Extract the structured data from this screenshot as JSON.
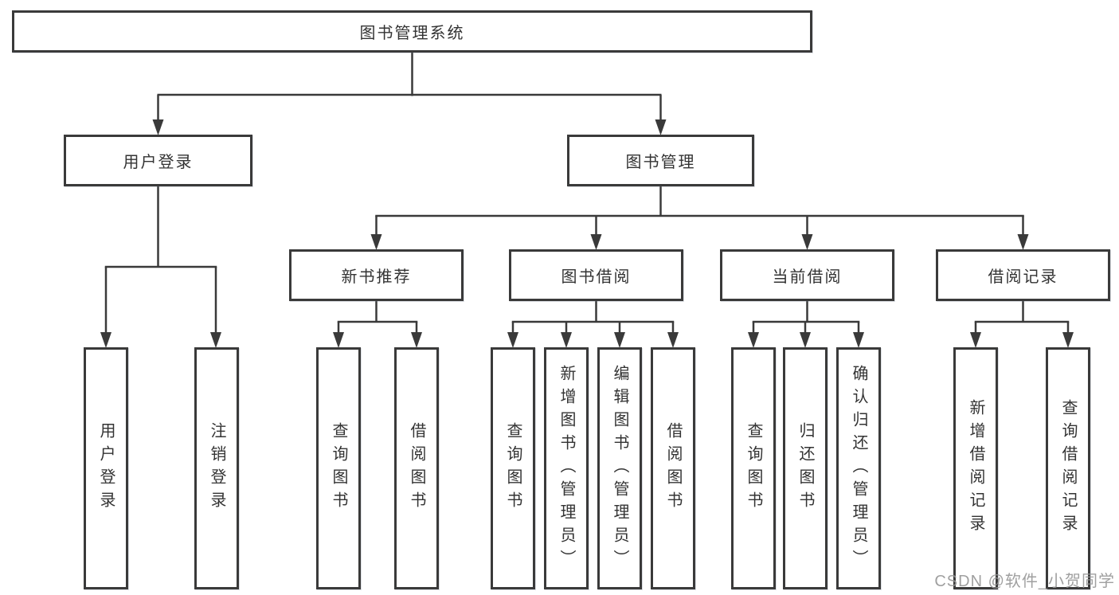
{
  "diagram_type": "tree",
  "watermark": "CSDN @软件_小贺同学",
  "colors": {
    "background": "#ffffff",
    "box_border": "#3a3a3a",
    "connector_line": "#3a3a3a",
    "text": "#333333",
    "watermark_text": "#969696"
  },
  "root": {
    "label": "图书管理系统"
  },
  "branches": [
    {
      "label": "用户登录",
      "children": [
        {
          "label": "用户登录"
        },
        {
          "label": "注销登录"
        }
      ]
    },
    {
      "label": "图书管理",
      "children": [
        {
          "label": "新书推荐",
          "children": [
            {
              "label": "查询图书"
            },
            {
              "label": "借阅图书"
            }
          ]
        },
        {
          "label": "图书借阅",
          "children": [
            {
              "label": "查询图书"
            },
            {
              "label": "新增图书（管理员）"
            },
            {
              "label": "编辑图书（管理员）"
            },
            {
              "label": "借阅图书"
            }
          ]
        },
        {
          "label": "当前借阅",
          "children": [
            {
              "label": "查询图书"
            },
            {
              "label": "归还图书"
            },
            {
              "label": "确认归还（管理员）"
            }
          ]
        },
        {
          "label": "借阅记录",
          "children": [
            {
              "label": "新增借阅记录"
            },
            {
              "label": "查询借阅记录"
            }
          ]
        }
      ]
    }
  ]
}
